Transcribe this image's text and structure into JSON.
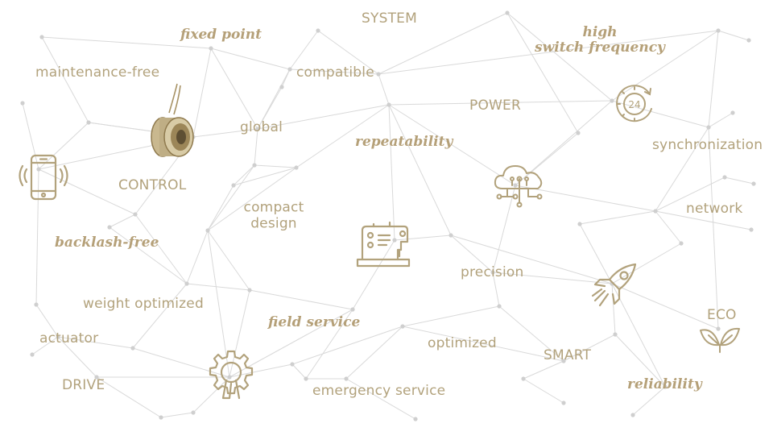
{
  "colors": {
    "line": "#d9d9d9",
    "dot": "#cfcfcf",
    "accent": "#b2a27c"
  },
  "labels": {
    "system": "SYSTEM",
    "high_line1": "high",
    "high_line2": "switch frequency",
    "fixed_point": "fixed point",
    "maintenance_free": "maintenance-free",
    "compatible": "compatible",
    "power": "POWER",
    "global": "global",
    "repeatability": "repeatability",
    "synchronization": "synchronization",
    "control": "CONTROL",
    "compact_line1": "compact",
    "compact_line2": "design",
    "network": "network",
    "backlash_free": "backlash-free",
    "precision": "precision",
    "weight_optimized": "weight optimized",
    "field_service": "field service",
    "eco": "ECO",
    "actuator": "actuator",
    "optimized": "optimized",
    "smart": "SMART",
    "drive": "DRIVE",
    "emergency_service": "emergency service",
    "reliability": "reliability"
  },
  "icons": {
    "clock": "clock-24-icon",
    "cloud": "cloud-network-icon",
    "sewing": "sewing-machine-icon",
    "phone": "smartphone-icon",
    "gear": "gear-wrench-icon",
    "rocket": "rocket-icon",
    "leaf": "leaf-icon",
    "product": "brake-product-icon"
  }
}
